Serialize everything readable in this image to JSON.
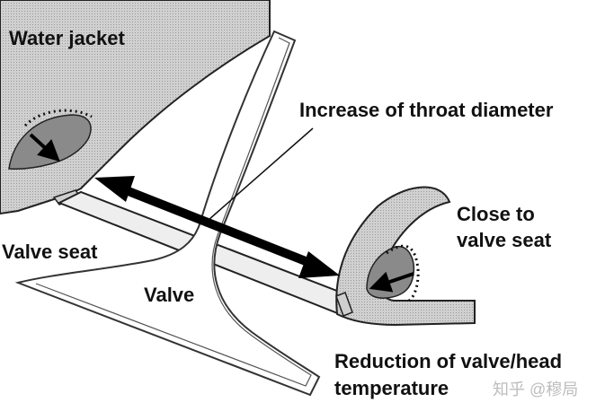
{
  "diagram": {
    "labels": {
      "water_jacket": "Water jacket",
      "throat_diameter": "Increase of throat diameter",
      "close_to_seat_line1": "Close to",
      "close_to_seat_line2": "valve seat",
      "valve_seat": "Valve seat",
      "valve": "Valve",
      "reduction_line1": "Reduction of valve/head",
      "reduction_line2": "temperature"
    },
    "watermark": "知乎 @穆局"
  },
  "colors": {
    "head_fill": "#c8c8c8",
    "jacket_fill": "#8a8a8a",
    "outline": "#222222",
    "arrow": "#000000",
    "seat_fill": "#e8e8e8",
    "insert_fill": "#cfcfcf"
  }
}
